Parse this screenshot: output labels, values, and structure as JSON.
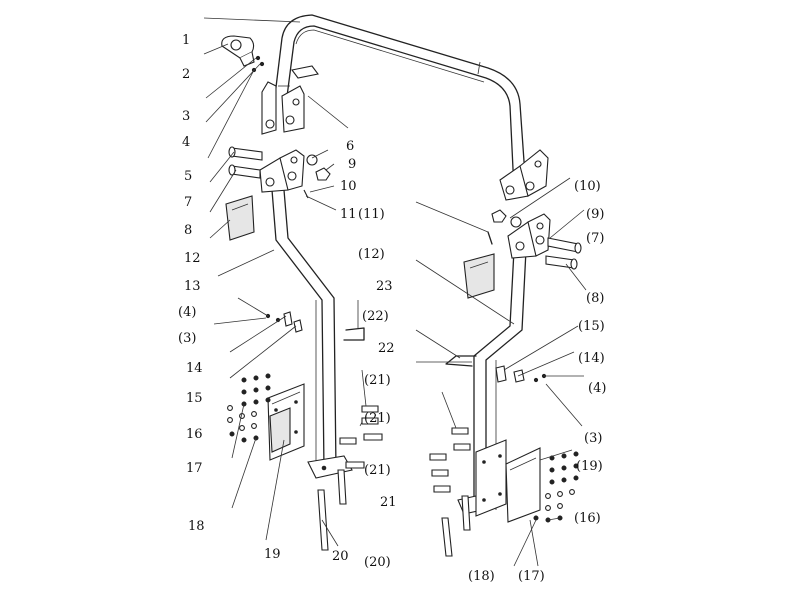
{
  "diagram": {
    "labels": [
      "1",
      "2",
      "3",
      "4",
      "5",
      "7",
      "8",
      "12",
      "13",
      "(4)",
      "(3)",
      "14",
      "15",
      "16",
      "17",
      "18",
      "19",
      "20",
      "(20)",
      "6",
      "9",
      "10",
      "11",
      "(11)",
      "(12)",
      "23",
      "(22)",
      "22",
      "(21)",
      "(21)",
      "(21)",
      "21",
      "(10)",
      "(9)",
      "(7)",
      "(8)",
      "(15)",
      "(14)",
      "(4)",
      "(3)",
      "(19)",
      "(16)",
      "(18)",
      "(17)"
    ]
  },
  "colors": {
    "line": "#222222",
    "background": "#ffffff"
  }
}
